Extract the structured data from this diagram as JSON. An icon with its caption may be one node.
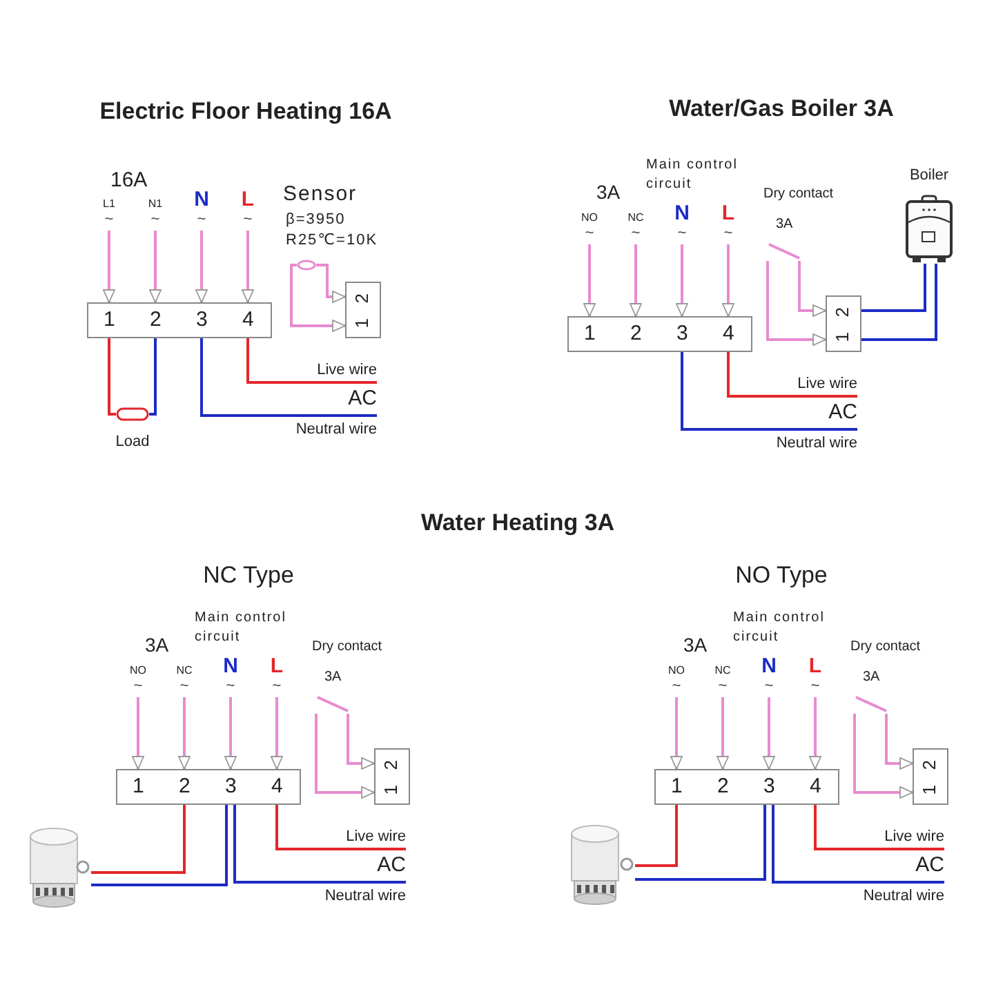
{
  "diagram": {
    "nodes": [
      {
        "text": [
          "1",
          "2",
          "3",
          "4"
        ]
      },
      {
        "text": [
          "L1",
          "~"
        ]
      },
      {
        "text": [
          "N1",
          "~"
        ]
      },
      {
        "text": [
          "N",
          "~"
        ]
      },
      {
        "text": [
          "L",
          "~"
        ]
      },
      {
        "text": [
          "1",
          "2"
        ]
      },
      {
        "text": [],
        "shape": "circle"
      },
      {
        "text": [],
        "shape": "box",
        "beside": [
          "Load"
        ]
      },
      {
        "text": [
          "1",
          "2",
          "3",
          "4"
        ]
      },
      {
        "text": [
          "NO",
          "~"
        ]
      },
      {
        "text": [
          "NC",
          "~"
        ]
      },
      {
        "text": [
          "N",
          "~"
        ]
      },
      {
        "text": [
          "L",
          "~"
        ]
      },
      {
        "text": [
          "1",
          "2"
        ]
      },
      {
        "text": [],
        "shape": "picture",
        "beside": [
          "Boiler"
        ]
      },
      {
        "text": [
          "1",
          "2",
          "3",
          "4"
        ]
      },
      {
        "text": [
          "NO",
          "~"
        ]
      },
      {
        "text": [
          "NC",
          "~"
        ]
      },
      {
        "text": [
          "N",
          "~"
        ]
      },
      {
        "text": [
          "L",
          "~"
        ]
      },
      {
        "text": [
          "1",
          "2"
        ]
      },
      {
        "text": [],
        "shape": "picture"
      },
      {
        "text": [
          "1",
          "2",
          "3",
          "4"
        ]
      },
      {
        "text": [
          "NO",
          "~"
        ]
      },
      {
        "text": [
          "NC",
          "~"
        ]
      },
      {
        "text": [
          "N",
          "~"
        ]
      },
      {
        "text": [
          "L",
          "~"
        ]
      },
      {
        "text": [
          "1",
          "2"
        ]
      },
      {
        "text": [],
        "shape": "picture"
      },
      {
        "text": [
          "AC"
        ]
      },
      {
        "text": [
          "AC"
        ]
      },
      {
        "text": [
          "AC"
        ]
      },
      {
        "text": [
          "AC"
        ]
      },
      {
        "text": [],
        "shape": "switch"
      },
      {
        "text": [],
        "shape": "switch"
      },
      {
        "text": [],
        "shape": "switch"
      }
    ],
    "edges": [
      {
        "from": 1,
        "to": 0,
        "arrow": "to"
      },
      {
        "from": 2,
        "to": 0,
        "arrow": "to"
      },
      {
        "from": 3,
        "to": 0,
        "arrow": "to"
      },
      {
        "from": 4,
        "to": 0,
        "arrow": "to"
      },
      {
        "from": 6,
        "to": 5,
        "arrow": "to"
      },
      {
        "from": 6,
        "to": 5,
        "arrow": "to"
      },
      {
        "from": 0,
        "to": 7,
        "arrow": "none",
        "color": "#e3262b"
      },
      {
        "from": 0,
        "to": 7,
        "arrow": "none",
        "color": "#1d2bc4"
      },
      {
        "from": 0,
        "to": 29,
        "arrow": "none",
        "label": "Live wire",
        "color": "#e3262b"
      },
      {
        "from": 0,
        "to": 29,
        "arrow": "none",
        "label": "Neutral wire",
        "color": "#1d2bc4"
      },
      {
        "from": 9,
        "to": 8,
        "arrow": "to"
      },
      {
        "from": 10,
        "to": 8,
        "arrow": "to"
      },
      {
        "from": 11,
        "to": 8,
        "arrow": "to"
      },
      {
        "from": 12,
        "to": 8,
        "arrow": "to"
      },
      {
        "from": 33,
        "to": 13,
        "arrow": "to"
      },
      {
        "from": 33,
        "to": 13,
        "arrow": "to"
      },
      {
        "from": 13,
        "to": 14,
        "arrow": "none",
        "color": "#1d2bc4"
      },
      {
        "from": 13,
        "to": 14,
        "arrow": "none",
        "color": "#1d2bc4"
      },
      {
        "from": 8,
        "to": 30,
        "arrow": "none",
        "label": "Live wire",
        "color": "#e3262b"
      },
      {
        "from": 8,
        "to": 30,
        "arrow": "none",
        "label": "Neutral wire",
        "color": "#1d2bc4"
      },
      {
        "from": 16,
        "to": 15,
        "arrow": "to"
      },
      {
        "from": 17,
        "to": 15,
        "arrow": "to"
      },
      {
        "from": 18,
        "to": 15,
        "arrow": "to"
      },
      {
        "from": 19,
        "to": 15,
        "arrow": "to"
      },
      {
        "from": 34,
        "to": 20,
        "arrow": "to"
      },
      {
        "from": 34,
        "to": 20,
        "arrow": "to"
      },
      {
        "from": 15,
        "to": 21,
        "arrow": "none",
        "color": "#e3262b"
      },
      {
        "from": 15,
        "to": 21,
        "arrow": "none",
        "color": "#1d2bc4"
      },
      {
        "from": 15,
        "to": 31,
        "arrow": "none",
        "label": "Live wire",
        "color": "#e3262b"
      },
      {
        "from": 15,
        "to": 31,
        "arrow": "none",
        "label": "Neutral wire",
        "color": "#1d2bc4"
      },
      {
        "from": 23,
        "to": 22,
        "arrow": "to"
      },
      {
        "from": 24,
        "to": 22,
        "arrow": "to"
      },
      {
        "from": 25,
        "to": 22,
        "arrow": "to"
      },
      {
        "from": 26,
        "to": 22,
        "arrow": "to"
      },
      {
        "from": 35,
        "to": 27,
        "arrow": "to"
      },
      {
        "from": 35,
        "to": 27,
        "arrow": "to"
      },
      {
        "from": 22,
        "to": 28,
        "arrow": "none",
        "color": "#e3262b"
      },
      {
        "from": 22,
        "to": 28,
        "arrow": "none",
        "color": "#1d2bc4"
      },
      {
        "from": 22,
        "to": 32,
        "arrow": "none",
        "label": "Live wire",
        "color": "#e3262b"
      },
      {
        "from": 22,
        "to": 32,
        "arrow": "none",
        "label": "Neutral wire",
        "color": "#1d2bc4"
      }
    ],
    "labels": [
      "Electric Floor Heating 16A",
      "Water/Gas Boiler 3A",
      "16A",
      "Sensor",
      "β=3950",
      "R25℃=10K",
      "3A",
      "Main control circuit",
      "Dry contact",
      "3A",
      "Water Heating 3A",
      "NC Type",
      "NO Type",
      "3A",
      "Main control circuit",
      "Dry contact",
      "3A",
      "3A",
      "Main control circuit",
      "Dry contact",
      "3A"
    ]
  }
}
